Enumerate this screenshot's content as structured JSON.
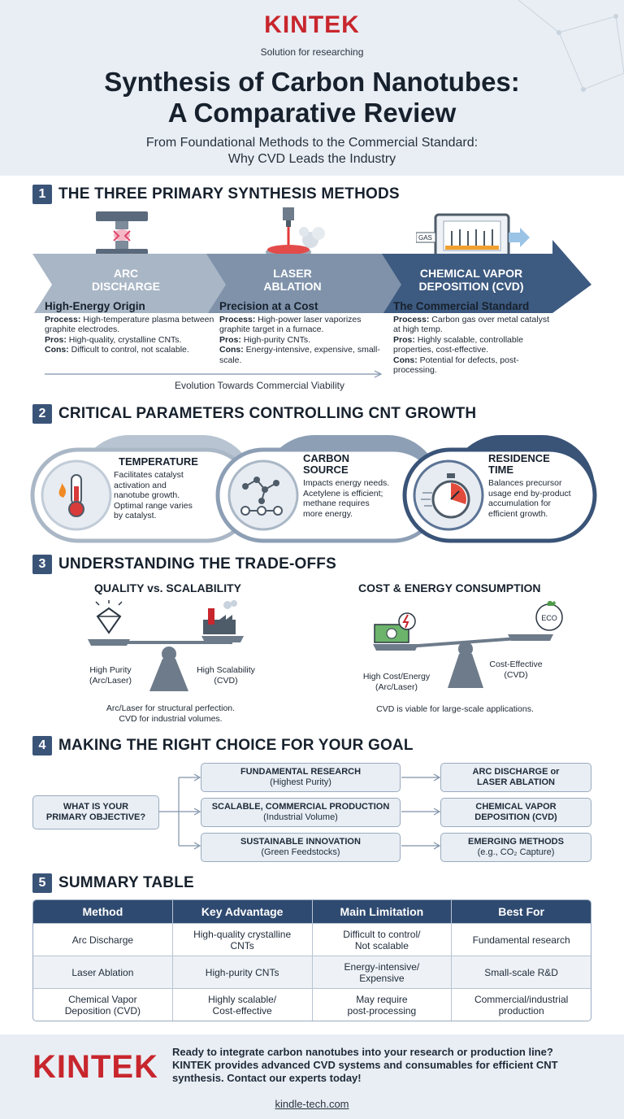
{
  "header": {
    "brand": "KINTEK",
    "tagline": "Solution for researching",
    "title_line1": "Synthesis of Carbon Nanotubes:",
    "title_line2": "A Comparative Review",
    "subtitle_line1": "From Foundational Methods to the Commercial Standard:",
    "subtitle_line2": "Why CVD Leads the Industry"
  },
  "section1": {
    "num": "1",
    "title": "THE THREE PRIMARY SYNTHESIS METHODS",
    "methods": [
      {
        "arrow_line1": "ARC",
        "arrow_line2": "DISCHARGE",
        "heading": "High-Energy Origin",
        "process_label": "Process:",
        "process": " High-temperature plasma between graphite electrodes.",
        "pros_label": "Pros:",
        "pros": " High-quality, crystalline CNTs.",
        "cons_label": "Cons:",
        "cons": " Difficult to control, not scalable."
      },
      {
        "arrow_line1": "LASER",
        "arrow_line2": "ABLATION",
        "heading": "Precision at a Cost",
        "process_label": "Process:",
        "process": " High-power laser vaporizes graphite target in a furnace.",
        "pros_label": "Pros:",
        "pros": " High-purity CNTs.",
        "cons_label": "Cons:",
        "cons": " Energy-intensive, expensive, small-scale."
      },
      {
        "arrow_line1": "CHEMICAL VAPOR",
        "arrow_line2": "DEPOSITION (CVD)",
        "heading": "The Commercial Standard",
        "process_label": "Process:",
        "process": " Carbon gas over metal catalyst at high temp.",
        "pros_label": "Pros:",
        "pros": " Highly scalable, controllable properties, cost-effective.",
        "cons_label": "Cons:",
        "cons": " Potential for defects, post-processing."
      }
    ],
    "gas_label": "GAS",
    "evolution": "Evolution Towards Commercial Viability"
  },
  "section2": {
    "num": "2",
    "title": "CRITICAL PARAMETERS CONTROLLING CNT GROWTH",
    "params": [
      {
        "title_line1": "TEMPERATURE",
        "title_line2": "",
        "desc": [
          "Facilitates catalyst",
          "activation and",
          "nanotube growth.",
          "Optimal range varies",
          "by catalyst."
        ]
      },
      {
        "title_line1": "CARBON",
        "title_line2": "SOURCE",
        "desc": [
          "Impacts energy needs.",
          "Acetylene is efficient;",
          "methane requires",
          "more energy."
        ]
      },
      {
        "title_line1": "RESIDENCE",
        "title_line2": "TIME",
        "desc": [
          "Balances precursor",
          "usage end by-product",
          "accumulation for",
          "efficient growth."
        ]
      }
    ]
  },
  "section3": {
    "num": "3",
    "title": "UNDERSTANDING THE TRADE-OFFS",
    "left": {
      "heading": "QUALITY vs. SCALABILITY",
      "label_left_1": "High Purity",
      "label_left_2": "(Arc/Laser)",
      "label_right_1": "High Scalability",
      "label_right_2": "(CVD)",
      "note_1": "Arc/Laser for structural perfection.",
      "note_2": "CVD for industrial volumes."
    },
    "right": {
      "heading": "COST & ENERGY CONSUMPTION",
      "label_left_1": "High Cost/Energy",
      "label_left_2": "(Arc/Laser)",
      "label_right_1": "Cost-Effective",
      "label_right_2": "(CVD)",
      "eco": "ECO",
      "note_1": "CVD is viable for large-scale applications."
    }
  },
  "section4": {
    "num": "4",
    "title": "MAKING THE RIGHT CHOICE FOR YOUR GOAL",
    "question_1": "WHAT IS YOUR",
    "question_2": "PRIMARY OBJECTIVE?",
    "goals": [
      {
        "title": "FUNDAMENTAL RESEARCH",
        "sub": "(Highest Purity)",
        "result_1": "ARC DISCHARGE or",
        "result_2": "LASER ABLATION"
      },
      {
        "title": "SCALABLE, COMMERCIAL PRODUCTION",
        "sub": "(Industrial Volume)",
        "result_1": "CHEMICAL VAPOR",
        "result_2": "DEPOSITION (CVD)"
      },
      {
        "title": "SUSTAINABLE INNOVATION",
        "sub": "(Green Feedstocks)",
        "result_1": "EMERGING METHODS",
        "result_2": "(e.g., CO₂ Capture)"
      }
    ]
  },
  "section5": {
    "num": "5",
    "title": "SUMMARY TABLE",
    "headers": [
      "Method",
      "Key Advantage",
      "Main Limitation",
      "Best For"
    ],
    "rows": [
      [
        [
          "Arc Discharge"
        ],
        [
          "High-quality crystalline",
          "CNTs"
        ],
        [
          "Difficult to control/",
          "Not scalable"
        ],
        [
          "Fundamental research"
        ]
      ],
      [
        [
          "Laser Ablation"
        ],
        [
          "High-purity CNTs"
        ],
        [
          "Energy-intensive/",
          "Expensive"
        ],
        [
          "Small-scale R&D"
        ]
      ],
      [
        [
          "Chemical Vapor",
          "Deposition (CVD)"
        ],
        [
          "Highly scalable/",
          "Cost-effective"
        ],
        [
          "May require",
          "post-processing"
        ],
        [
          "Commercial/industrial",
          "production"
        ]
      ]
    ]
  },
  "footer": {
    "brand": "KINTEK",
    "text_1": "Ready to integrate carbon nanotubes into your research or production line?",
    "text_2": "KINTEK provides advanced CVD systems and consumables for efficient CNT",
    "text_3": "synthesis. Contact our experts today!",
    "link": "kindle-tech.com"
  },
  "colors": {
    "brand_red": "#c8262d",
    "navy": "#2f4a70",
    "arrow_light": "#a9b6c6",
    "arrow_mid": "#7f92aa",
    "arrow_dark": "#3d5a80"
  }
}
